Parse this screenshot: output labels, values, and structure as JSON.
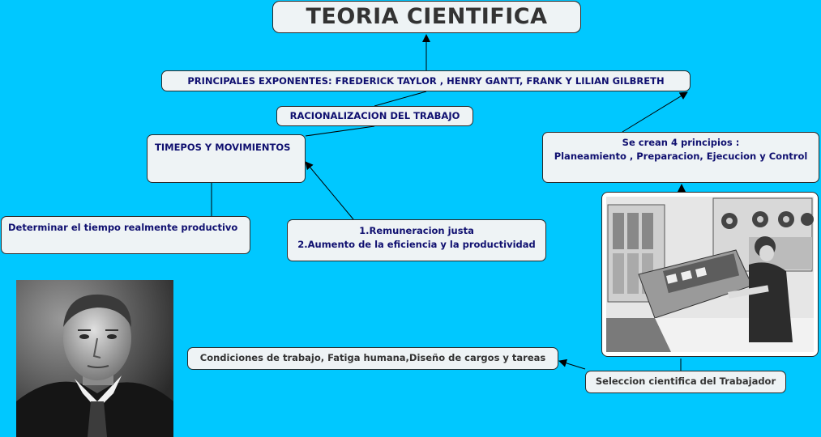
{
  "title": "TEORIA CIENTIFICA",
  "nodes": {
    "exponentes": "PRINCIPALES EXPONENTES: FREDERICK TAYLOR , HENRY GANTT, FRANK Y LILIAN GILBRETH",
    "racionalizacion": "RACIONALIZACION DEL TRABAJO",
    "tiempos": "TIMEPOS Y MOVIMIENTOS",
    "determinar": "Determinar el tiempo realmente productivo",
    "remuneracion": [
      "1.Remuneracion justa",
      "2.Aumento de la eficiencia y la productividad"
    ],
    "principios": [
      "Se crean 4 principios :",
      "Planeamiento , Preparacion, Ejecucion y Control"
    ],
    "condiciones": "Condiciones de trabajo, Fatiga humana,Diseño de cargos y tareas",
    "seleccion": "Seleccion cientifica del Trabajador"
  },
  "colors": {
    "background": "#00c8ff",
    "node_fill": "#eef3f5",
    "node_text": "#101070"
  }
}
